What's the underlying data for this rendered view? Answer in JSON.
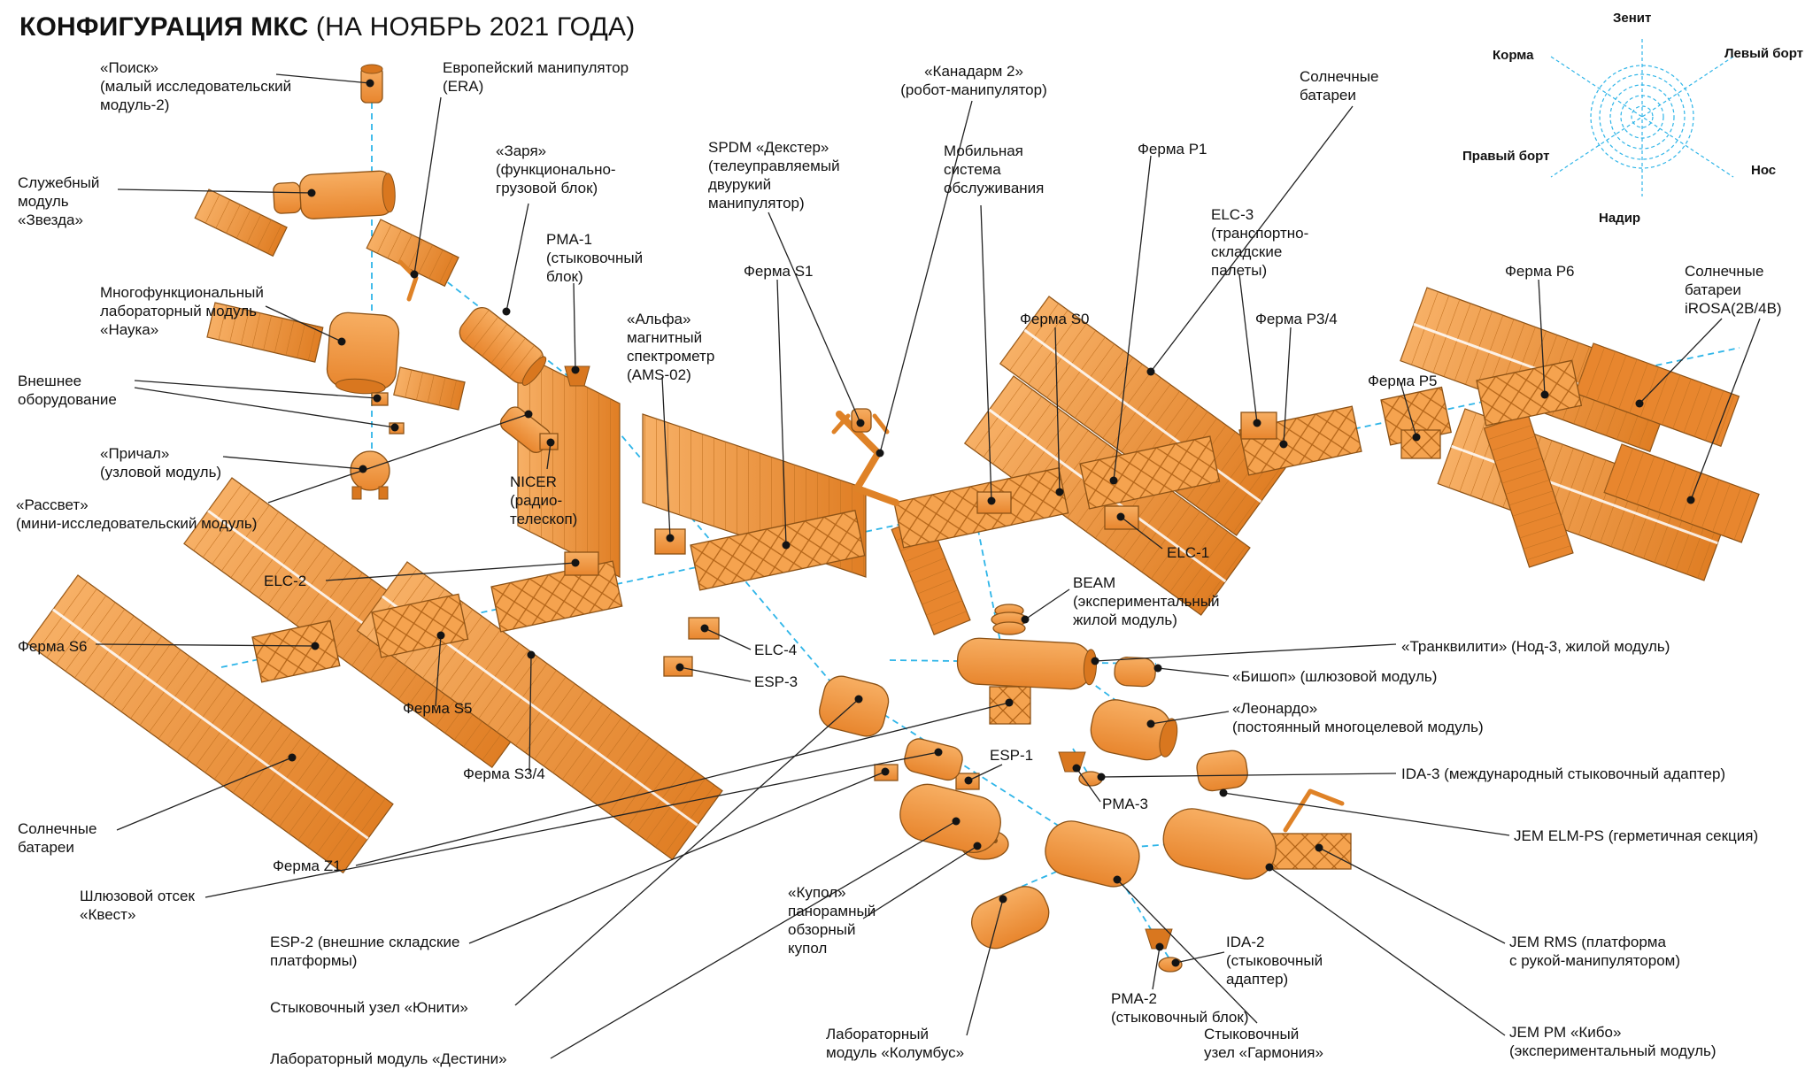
{
  "title": {
    "main": "КОНФИГУРАЦИЯ МКС",
    "suffix": " (НА НОЯБРЬ 2021 ГОДА)"
  },
  "compass": {
    "zenith": "Зенит",
    "aft": "Корма",
    "port_side": "Левый борт",
    "starboard_side": "Правый борт",
    "nose": "Нос",
    "nadir": "Надир"
  },
  "colors": {
    "accent_cyan": "#2FB5E8",
    "module_orange": "#F2994A",
    "outline_brown": "#8C5216"
  },
  "labels": {
    "poisk": "«Поиск»\n(малый исследовательский\nмодуль-2)",
    "era": "Европейский манипулятор\n(ERA)",
    "kanadarm2": "«Канадарм 2»\n(робот-манипулятор)",
    "solar_top": "Солнечные\nбатареи",
    "zvezda": "Служебный\nмодуль\n«Звезда»",
    "zarya": "«Заря»\n(функционально-\nгрузовой блок)",
    "spdm": "SPDM «Декстер»\n(телеуправляемый\nдвурукий\nманипулятор)",
    "mss": "Мобильная\nсистема\nобслуживания",
    "truss_p1": "Ферма P1",
    "elc3": "ELC-3\n(транспортно-\nскладские\nпалеты)",
    "pma1": "PMA-1\n(стыковочный\nблок)",
    "nauka": "Многофункциональный\nлабораторный модуль\n«Наука»",
    "truss_s1": "Ферма S1",
    "ams02": "«Альфа»\nмагнитный\nспектрометр\n(AMS-02)",
    "truss_s0": "Ферма S0",
    "truss_p34": "Ферма P3/4",
    "truss_p6": "Ферма P6",
    "irosa": "Солнечные\nбатареи\niROSA(2B/4B)",
    "external_eq": "Внешнее\nоборудование",
    "truss_p5": "Ферма P5",
    "prichal": "«Причал»\n(узловой модуль)",
    "rassvet": "«Рассвет»\n(мини-исследовательский модуль)",
    "nicer": "NICER\n(радио-\nтелескоп)",
    "elc1": "ELC-1",
    "elc2": "ELC-2",
    "beam": "BEAM\n(экспериментальный\nжилой модуль)",
    "tranquility": "«Транквилити» (Нод-3, жилой модуль)",
    "truss_s6": "Ферма S6",
    "elc4": "ELC-4",
    "esp3": "ESP-3",
    "bishop": "«Бишоп» (шлюзовой модуль)",
    "leonardo": "«Леонардо»\n(постоянный многоцелевой модуль)",
    "truss_s5": "Ферма S5",
    "esp1": "ESP-1",
    "ida3": "IDA-3 (международный стыковочный адаптер)",
    "truss_s34": "Ферма S3/4",
    "pma3": "PMA-3",
    "jem_elm_ps": "JEM ELM-PS (герметичная секция)",
    "solar_left": "Солнечные\nбатареи",
    "truss_z1": "Ферма Z1",
    "quest": "Шлюзовой отсек\n«Квест»",
    "cupola": "«Купол»\nпанорамный\nобзорный\nкупол",
    "esp2": "ESP-2 (внешние складские\nплатформы)",
    "ida2": "IDA-2\n(стыковочный\nадаптер)",
    "unity": "Стыковочный узел «Юнити»",
    "pma2": "PMA-2\n(стыковочный блок)",
    "jem_rms": "JEM RMS (платформа\nс рукой-манипулятором)",
    "destiny": "Лабораторный модуль «Дестини»",
    "columbus": "Лабораторный\nмодуль «Колумбус»",
    "harmony": "Стыковочный\nузел «Гармония»",
    "jem_kibo": "JEM PM «Кибо»\n(экспериментальный модуль)"
  }
}
